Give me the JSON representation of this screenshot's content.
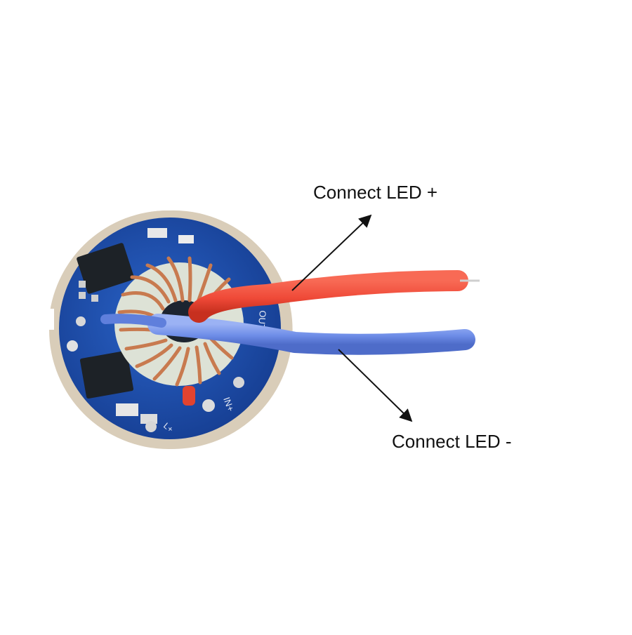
{
  "annotations": {
    "led_plus": "Connect LED +",
    "led_minus": "Connect LED -"
  },
  "board_markings": {
    "top_pad": "OUT-",
    "bottom_pad": "IN+",
    "lower_left": "L+"
  },
  "colors": {
    "background": "#ffffff",
    "pcb_blue": "#1f4fae",
    "pcb_rim": "#d9cdb9",
    "wire_red": "#ef4a38",
    "wire_blue": "#6f8ee8",
    "copper_coil": "#c87a4f",
    "toroid_core": "#dde2d6",
    "text": "#111111"
  }
}
